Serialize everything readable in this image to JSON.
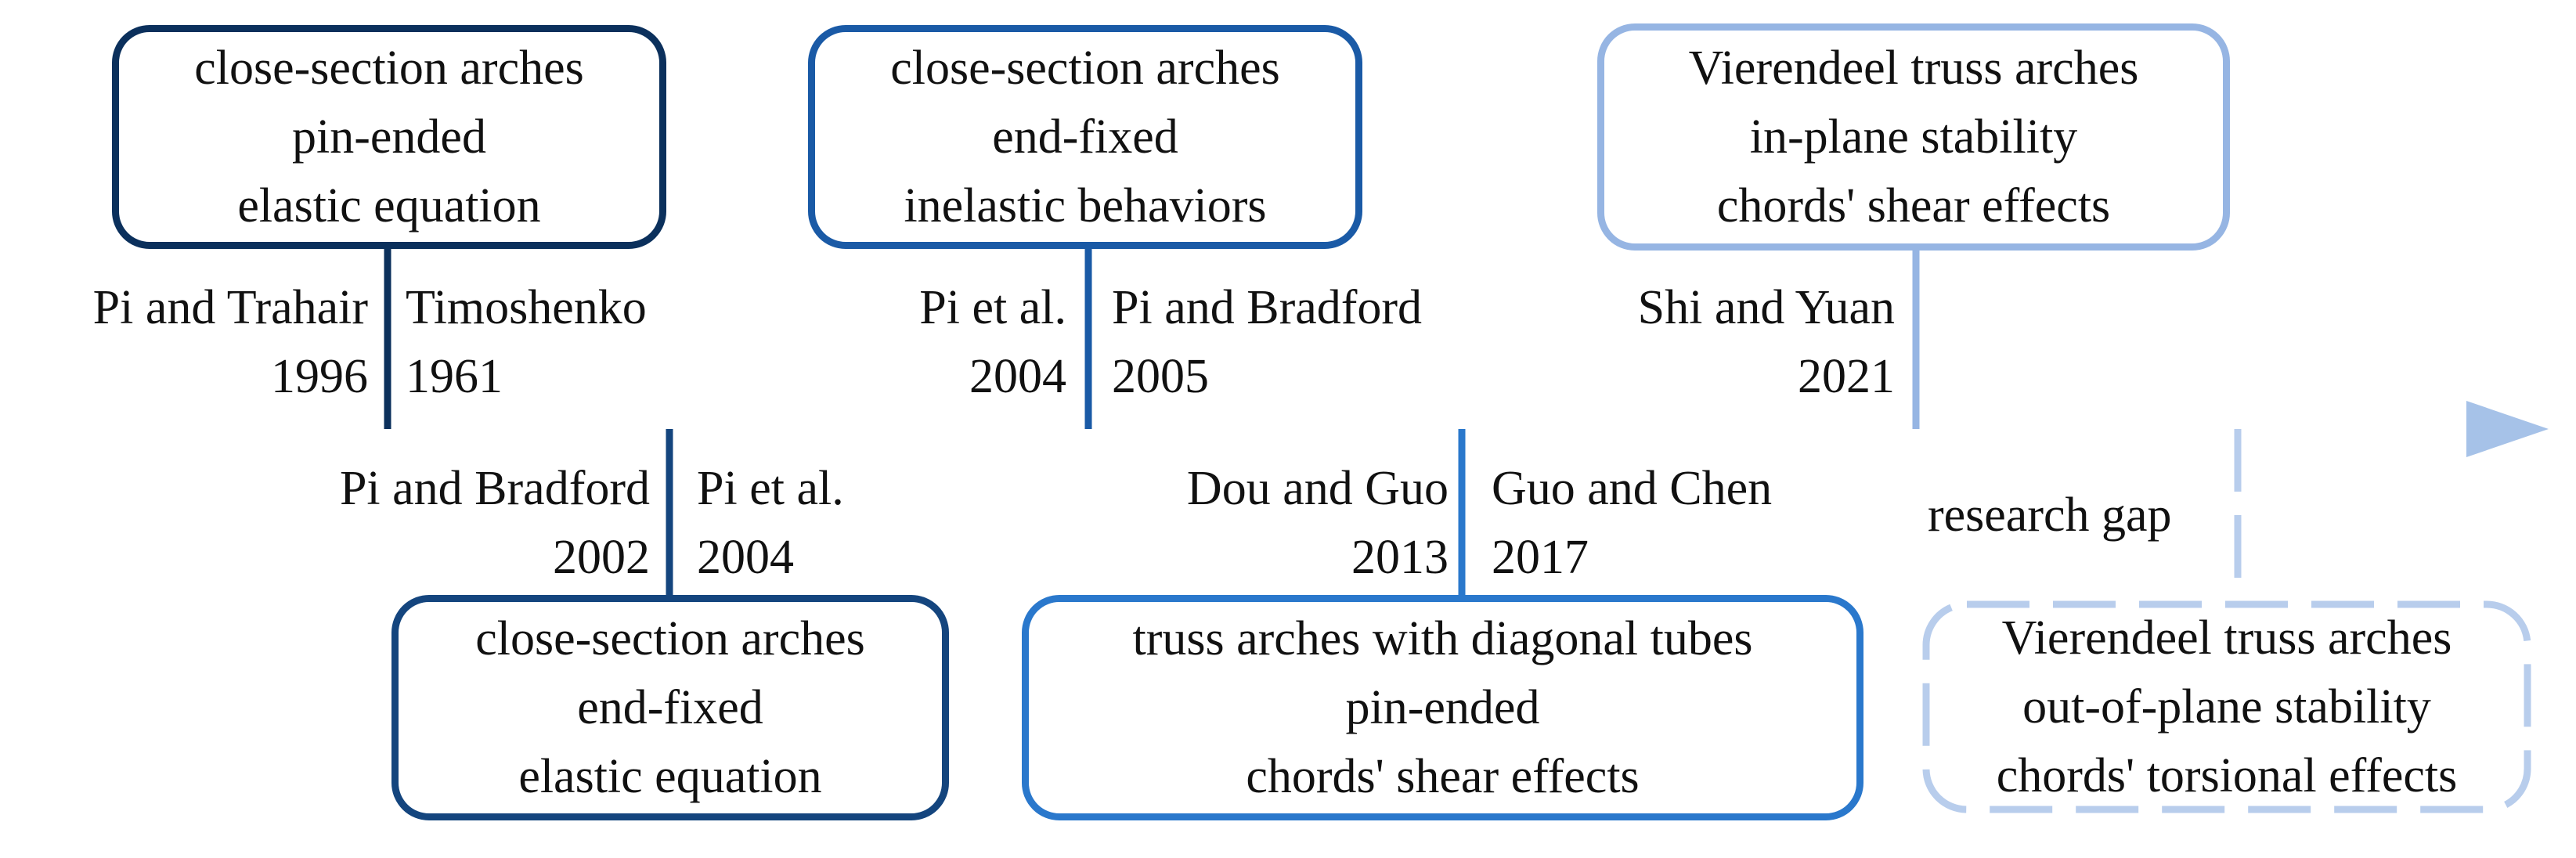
{
  "colors": {
    "axis_start": "#0a2f5c",
    "axis_mid": "#1f6cc0",
    "axis_end": "#a6c2e8",
    "box1": "#0b305c",
    "box2": "#14457e",
    "box3": "#1a5aa6",
    "box4": "#2a78cc",
    "box5": "#96b5e3",
    "box6": "#b8cdec"
  },
  "boxes": [
    {
      "lines": [
        "close-section arches",
        "pin-ended",
        "elastic equation"
      ]
    },
    {
      "lines": [
        "close-section arches",
        "end-fixed",
        "elastic equation"
      ]
    },
    {
      "lines": [
        "close-section arches",
        "end-fixed",
        "inelastic behaviors"
      ]
    },
    {
      "lines": [
        "truss arches with diagonal tubes",
        "pin-ended",
        "chords' shear effects"
      ]
    },
    {
      "lines": [
        "Vierendeel truss arches",
        "in-plane stability",
        "chords' shear effects"
      ]
    },
    {
      "lines": [
        "Vierendeel truss arches",
        "out-of-plane stability",
        "chords' torsional effects"
      ]
    }
  ],
  "refs": [
    {
      "name": "Pi and Trahair",
      "year": "1996"
    },
    {
      "name": "Timoshenko",
      "year": "1961"
    },
    {
      "name": "Pi and Bradford",
      "year": "2002"
    },
    {
      "name": "Pi et al.",
      "year": "2004"
    },
    {
      "name": "Pi et al.",
      "year": "2004"
    },
    {
      "name": "Pi and Bradford",
      "year": "2005"
    },
    {
      "name": "Dou and Guo",
      "year": "2013"
    },
    {
      "name": "Guo and Chen",
      "year": "2017"
    },
    {
      "name": "Shi and Yuan",
      "year": "2021"
    }
  ],
  "gap_label": "research gap"
}
